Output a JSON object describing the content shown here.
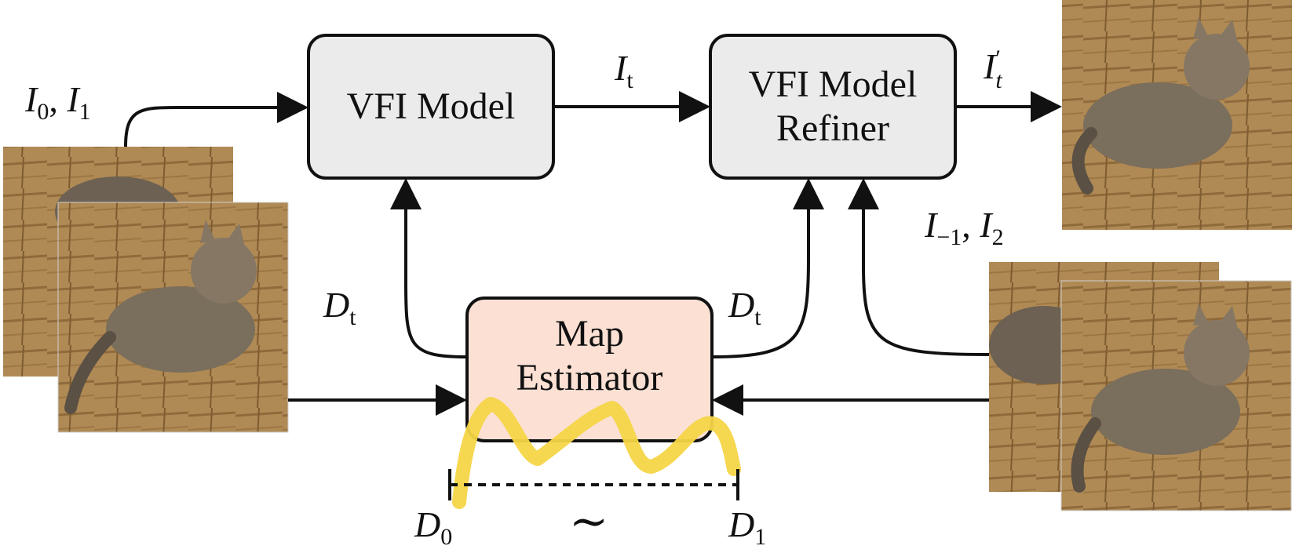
{
  "boxes": {
    "vfi_model": {
      "label": "VFI Model"
    },
    "refiner": {
      "line1": "VFI Model",
      "line2": "Refiner"
    },
    "estimator": {
      "line1": "Map",
      "line2": "Estimator"
    }
  },
  "labels": {
    "inputs": {
      "base1": "I",
      "sub1": "0",
      "sep": ", ",
      "base2": "I",
      "sub2": "1"
    },
    "it": {
      "base": "I",
      "sub": "t"
    },
    "it_prime": {
      "base": "I",
      "sub": "t",
      "sup": "′"
    },
    "neighbors": {
      "base1": "I",
      "sub1": "−1",
      "sep": ", ",
      "base2": "I",
      "sub2": "2"
    },
    "dt_left": {
      "base": "D",
      "sub": "t"
    },
    "dt_right": {
      "base": "D",
      "sub": "t"
    },
    "d0": {
      "base": "D",
      "sub": "0"
    },
    "d1": {
      "base": "D",
      "sub": "1"
    },
    "tilde": "∼"
  },
  "colors": {
    "box_fill": "#ebebeb",
    "estimator_fill": "#fbe0d3",
    "squiggle": "#f5d547",
    "stroke": "#111111"
  }
}
